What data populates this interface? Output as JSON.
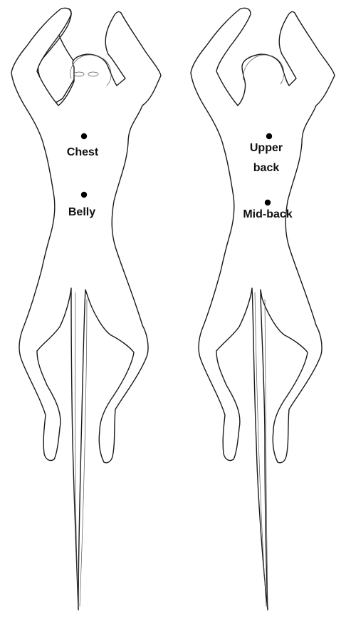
{
  "figure": {
    "views": [
      {
        "id": "ventral",
        "points": [
          {
            "id": "chest",
            "label_lines": [
              "Chest"
            ]
          },
          {
            "id": "belly",
            "label_lines": [
              "Belly"
            ]
          }
        ]
      },
      {
        "id": "dorsal",
        "points": [
          {
            "id": "upper-back",
            "label_lines": [
              "Upper",
              "back"
            ]
          },
          {
            "id": "mid-back",
            "label_lines": [
              "Mid-back"
            ]
          }
        ]
      }
    ],
    "colors": {
      "outline": "#1a1a1a",
      "marker": "#000000",
      "label": "#111111",
      "background": "#ffffff"
    }
  }
}
